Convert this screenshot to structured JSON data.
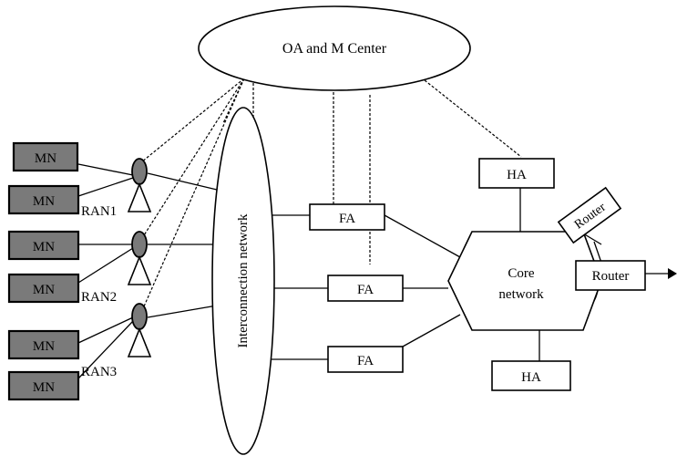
{
  "diagram": {
    "oam_center": "OA and M Center",
    "interconnection_network": "Interconnection network",
    "core_network_line1": "Core",
    "core_network_line2": "network",
    "mobile_nodes": [
      "MN",
      "MN",
      "MN",
      "MN",
      "MN",
      "MN"
    ],
    "ran_labels": [
      "RAN1",
      "RAN2",
      "RAN3"
    ],
    "foreign_agents": [
      "FA",
      "FA",
      "FA"
    ],
    "home_agents": [
      "HA",
      "HA"
    ],
    "routers": [
      "Router",
      "Router"
    ]
  }
}
